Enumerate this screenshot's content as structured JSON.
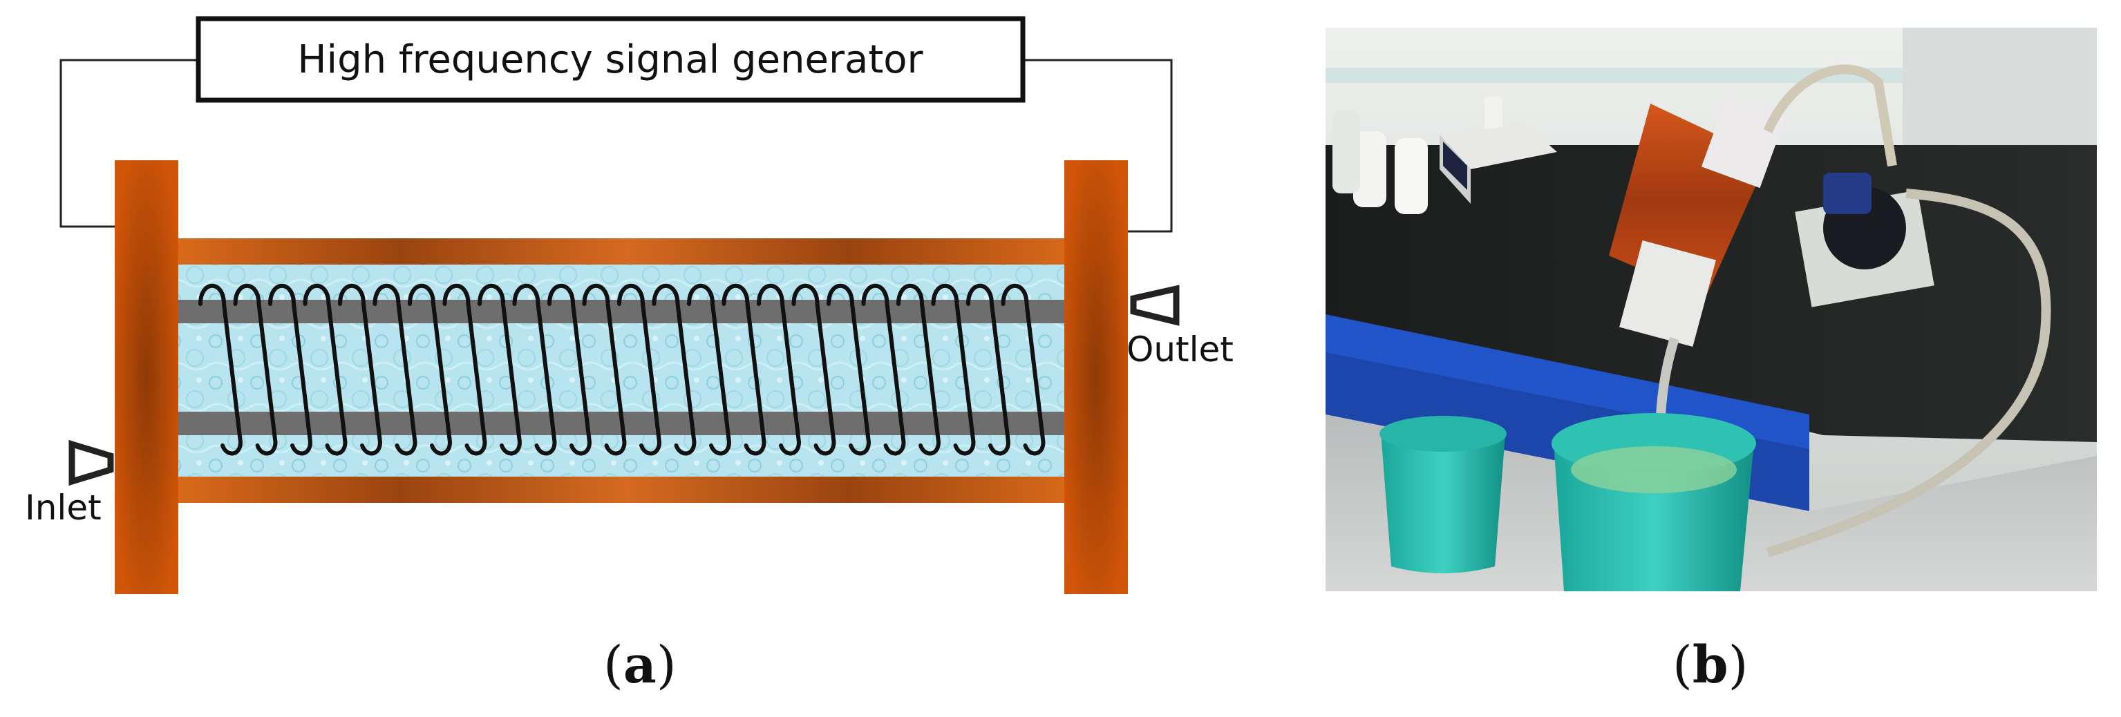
{
  "panel_a": {
    "generator_label": "High frequency signal generator",
    "inlet_label": "Inlet",
    "outlet_label": "Outlet",
    "caption": {
      "open": "(",
      "letter": "a",
      "close": ")"
    }
  },
  "panel_b": {
    "caption": {
      "open": "(",
      "letter": "b",
      "close": ")"
    }
  },
  "colors": {
    "flange": "#cf5606",
    "tube_copper_dark": "#8a3a0c",
    "water": "#b9e6ef",
    "electrode_bar": "#707070",
    "coil": "#111111"
  }
}
